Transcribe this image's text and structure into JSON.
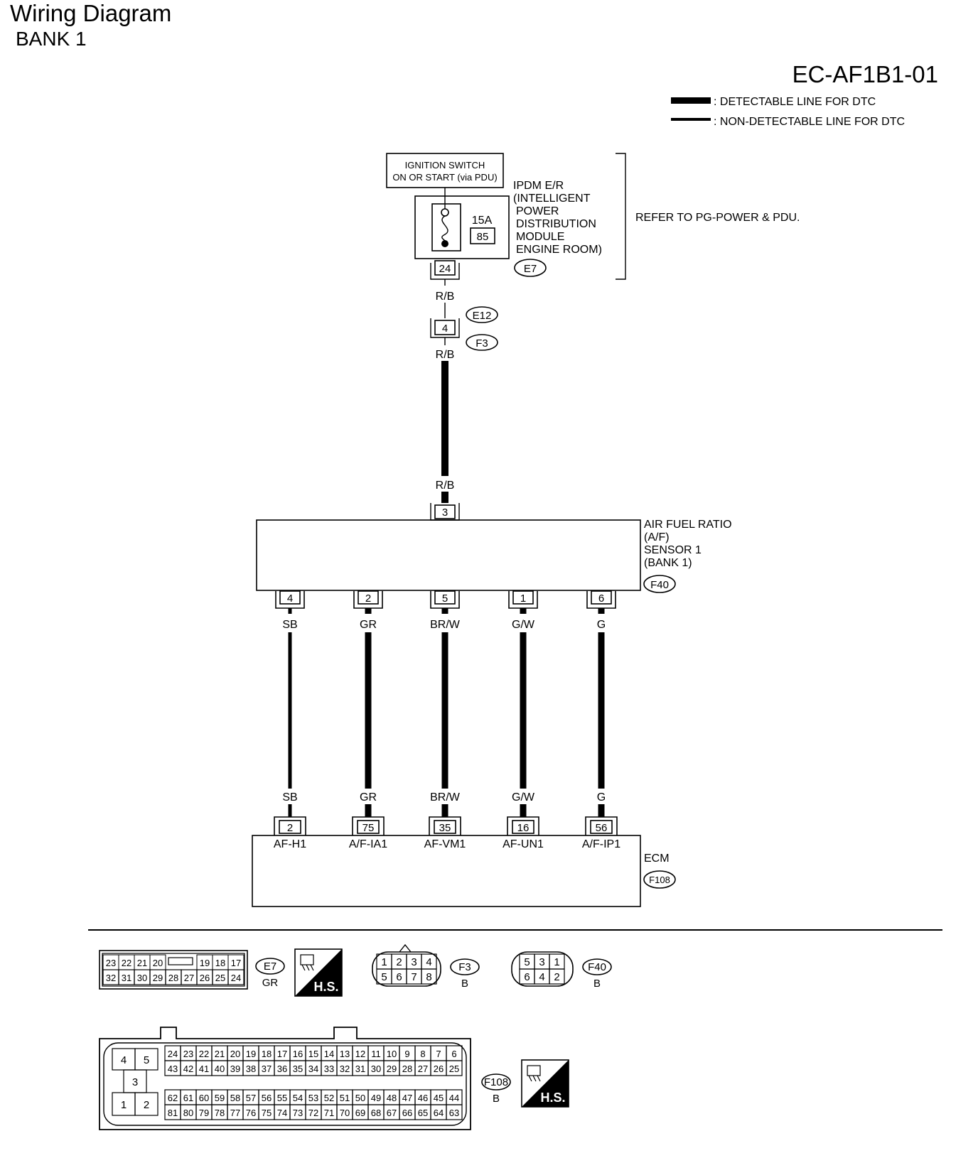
{
  "header": {
    "title": "Wiring Diagram",
    "subtitle": "BANK 1",
    "diagram_code": "EC-AF1B1-01"
  },
  "legend": {
    "detectable": ": DETECTABLE LINE FOR DTC",
    "non_detectable": ": NON-DETECTABLE LINE FOR DTC"
  },
  "power": {
    "ignition_line1": "IGNITION SWITCH",
    "ignition_line2": "ON OR START (via PDU)",
    "fuse_rating": "15A",
    "fuse_number": "85",
    "ipdm_lines": [
      "IPDM E/R",
      "(INTELLIGENT",
      "POWER",
      "DISTRIBUTION",
      "MODULE",
      "ENGINE ROOM)"
    ],
    "ipdm_connector": "E7",
    "ipdm_pin": "24",
    "refer": "REFER TO PG-POWER & PDU."
  },
  "harness": {
    "wire_color_top": "R/B",
    "joint_pin": "4",
    "joint_connector_top": "E12",
    "joint_connector_bottom": "F3",
    "wire_color_mid": "R/B",
    "wire_color_sensor": "R/B"
  },
  "sensor": {
    "lines": [
      "AIR FUEL RATIO",
      "(A/F)",
      "SENSOR 1",
      "(BANK 1)"
    ],
    "connector": "F40",
    "power_pin": "3",
    "signal_pins": [
      "4",
      "2",
      "5",
      "1",
      "6"
    ],
    "wire_colors": [
      "SB",
      "GR",
      "BR/W",
      "G/W",
      "G"
    ]
  },
  "ecm": {
    "name": "ECM",
    "connector": "F108",
    "pins": [
      "2",
      "75",
      "35",
      "16",
      "56"
    ],
    "terminals": [
      "AF-H1",
      "A/F-IA1",
      "AF-VM1",
      "AF-UN1",
      "A/F-IP1"
    ],
    "wire_colors": [
      "SB",
      "GR",
      "BR/W",
      "G/W",
      "G"
    ]
  },
  "connector_views": {
    "e7": {
      "top_row": [
        "23",
        "22",
        "21",
        "20",
        "",
        "19",
        "18",
        "17"
      ],
      "bottom_row": [
        "32",
        "31",
        "30",
        "29",
        "28",
        "27",
        "26",
        "25",
        "24"
      ],
      "name": "E7",
      "color": "GR"
    },
    "f3": {
      "top_row": [
        "1",
        "2",
        "3",
        "4"
      ],
      "bottom_row": [
        "5",
        "6",
        "7",
        "8"
      ],
      "name": "F3",
      "color": "B"
    },
    "f40": {
      "top_row": [
        "5",
        "3",
        "1"
      ],
      "bottom_row": [
        "6",
        "4",
        "2"
      ],
      "name": "F40",
      "color": "B"
    },
    "f108": {
      "left_top": [
        "4",
        "5"
      ],
      "left_mid": "3",
      "left_bottom": [
        "1",
        "2"
      ],
      "row1": [
        "24",
        "23",
        "22",
        "21",
        "20",
        "19",
        "18",
        "17",
        "16",
        "15",
        "14",
        "13",
        "12",
        "11",
        "10",
        "9",
        "8",
        "7",
        "6"
      ],
      "row2": [
        "43",
        "42",
        "41",
        "40",
        "39",
        "38",
        "37",
        "36",
        "35",
        "34",
        "33",
        "32",
        "31",
        "30",
        "29",
        "28",
        "27",
        "26",
        "25"
      ],
      "row3": [
        "62",
        "61",
        "60",
        "59",
        "58",
        "57",
        "56",
        "55",
        "54",
        "53",
        "52",
        "51",
        "50",
        "49",
        "48",
        "47",
        "46",
        "45",
        "44"
      ],
      "row4": [
        "81",
        "80",
        "79",
        "78",
        "77",
        "76",
        "75",
        "74",
        "73",
        "72",
        "71",
        "70",
        "69",
        "68",
        "67",
        "66",
        "65",
        "64",
        "63"
      ],
      "name": "F108",
      "color": "B"
    },
    "hs_label": "H.S."
  }
}
